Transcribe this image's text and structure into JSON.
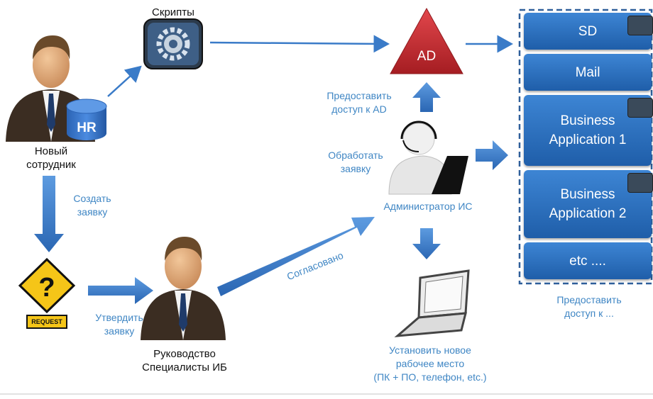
{
  "labels": {
    "scripts": "Скрипты",
    "hr": "HR",
    "new_employee_line1": "Новый",
    "new_employee_line2": "сотрудник",
    "create_request_line1": "Создать",
    "create_request_line2": "заявку",
    "request_sign": "REQUEST",
    "approve_request_line1": "Утвердить",
    "approve_request_line2": "заявку",
    "management_line1": "Руководство",
    "management_line2": "Специалисты ИБ",
    "approved": "Согласовано",
    "ad": "AD",
    "grant_ad_line1": "Предоставить",
    "grant_ad_line2": "доступ к AD",
    "process_request_line1": "Обработать",
    "process_request_line2": "заявку",
    "admin": "Администратор ИС",
    "new_workplace_line1": "Установить новое",
    "new_workplace_line2": "рабочее место",
    "new_workplace_line3": "(ПК + ПО, телефон, etc.)",
    "grant_access_line1": "Предоставить",
    "grant_access_line2": "доступ к ..."
  },
  "systems": [
    {
      "line1": "SD",
      "line2": ""
    },
    {
      "line1": "Mail",
      "line2": ""
    },
    {
      "line1": "Business",
      "line2": "Application 1"
    },
    {
      "line1": "Business",
      "line2": "Application 2"
    },
    {
      "line1": "etc ....",
      "line2": ""
    }
  ],
  "colors": {
    "arrow": "#3a7bc8",
    "label_blue": "#3f86c4",
    "ad_triangle": "#c0272d",
    "system_box": "#2a6cbf",
    "dashed_border": "#2f5f9a"
  }
}
